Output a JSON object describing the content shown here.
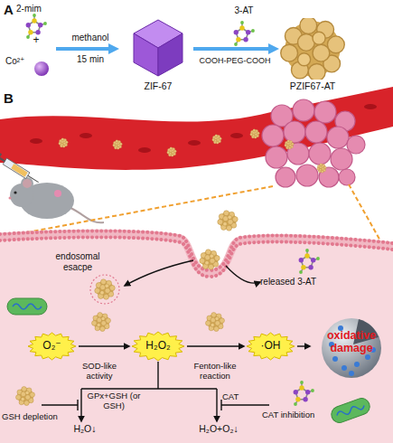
{
  "diagram": {
    "nodes": [
      {
        "text": [
          "ZIF-67"
        ]
      },
      {
        "text": [
          "PZIF67-AT"
        ]
      },
      {
        "text": [
          "O₂⁻"
        ]
      },
      {
        "text": [
          "H₂O₂"
        ]
      },
      {
        "text": [
          "·OH"
        ]
      },
      {
        "text": [
          "oxidative damage"
        ]
      }
    ],
    "edges": [
      {
        "from": 0,
        "to": 1,
        "arrow": "to"
      },
      {
        "from": 2,
        "to": 3,
        "arrow": "to"
      },
      {
        "from": 3,
        "to": 4,
        "arrow": "to"
      },
      {
        "from": 4,
        "to": 5,
        "arrow": "to"
      }
    ],
    "labels": [
      "A",
      "2-mim",
      "+",
      "Co²⁺",
      "methanol",
      "15 min",
      "3-AT",
      "COOH-PEG-COOH",
      "B",
      "endosomal esacpe",
      "released 3-AT",
      "SOD-like activity",
      "Fenton-like reaction",
      "GPx+GSH (or GSH)",
      "CAT",
      "GSH depletion",
      "CAT inhibition",
      "H₂O↓",
      "H₂O+O₂↓"
    ]
  }
}
